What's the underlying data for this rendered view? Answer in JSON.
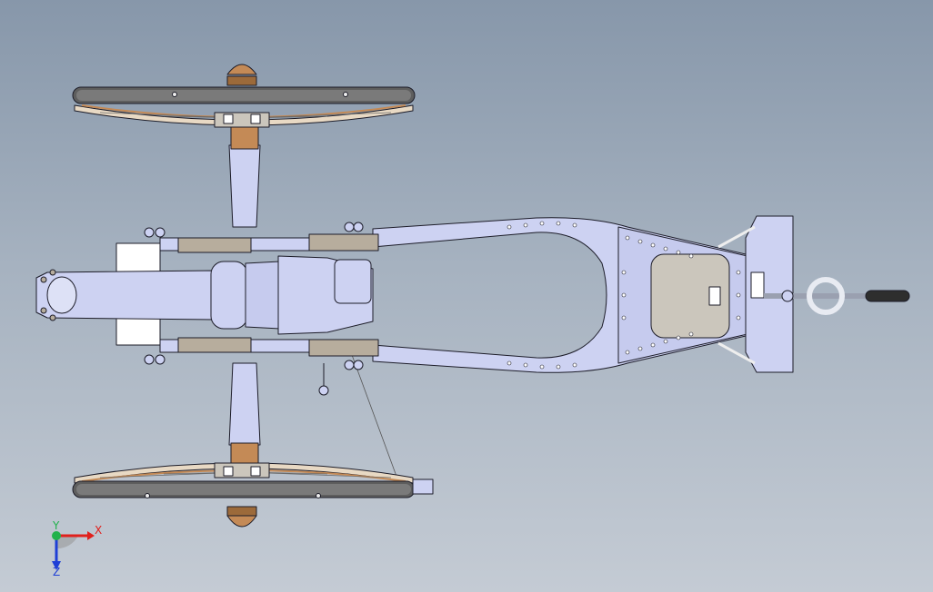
{
  "triad": {
    "x_label": "X",
    "y_label": "Y",
    "z_label": "Z",
    "x_color": "#e0201c",
    "y_color": "#22b24c",
    "z_color": "#1f3fd6"
  },
  "colors": {
    "part_fill": "#cdd2f2",
    "part_fill_dark": "#b8bfe8",
    "outline": "#1c1c28",
    "wheel_rim": "#5e5e5e",
    "wood": "#c48a56",
    "bracket": "#b7ad9d",
    "hatch": "#cbc6bc"
  }
}
